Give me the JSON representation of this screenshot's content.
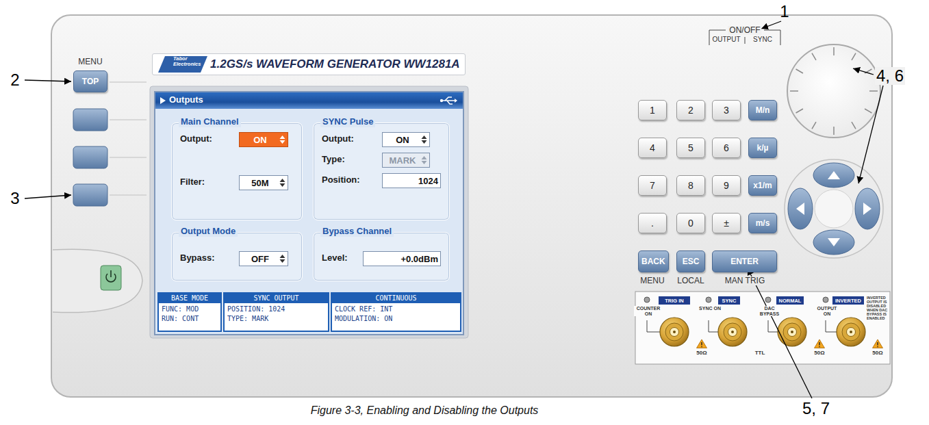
{
  "diagram": {
    "caption": "Figure 3-3, Enabling and Disabling the Outputs",
    "nodes": [
      {
        "text": [
          "Tabor Electronics",
          "1.2GS/s WAVEFORM GENERATOR WW1281A"
        ]
      },
      {
        "text": [
          "TOP"
        ]
      },
      {
        "text": [
          "Outputs"
        ]
      },
      {
        "text": [
          "Main Channel",
          "Output:",
          "Filter:"
        ],
        "in": 2
      },
      {
        "text": [
          "ON"
        ],
        "in": 3
      },
      {
        "text": [
          "50M"
        ],
        "in": 3
      },
      {
        "text": [
          "SYNC Pulse",
          "Output:",
          "Type:",
          "Position:"
        ],
        "in": 2
      },
      {
        "text": [
          "ON"
        ],
        "in": 6
      },
      {
        "text": [
          "MARK"
        ],
        "in": 6
      },
      {
        "text": [
          "1024"
        ],
        "in": 6
      },
      {
        "text": [
          "Output Mode",
          "Bypass:"
        ],
        "in": 2
      },
      {
        "text": [
          "OFF"
        ],
        "in": 10
      },
      {
        "text": [
          "Bypass Channel",
          "Level:"
        ],
        "in": 2
      },
      {
        "text": [
          "+0.0dBm"
        ],
        "in": 12
      },
      {
        "text": [
          "BASE MODE",
          "FUNC: MOD",
          "RUN: CONT"
        ],
        "in": 2
      },
      {
        "text": [
          "SYNC OUTPUT",
          "POSITION: 1024",
          "TYPE: MARK"
        ],
        "in": 2
      },
      {
        "text": [
          "CONTINUOUS",
          "CLOCK REF: INT",
          "MODULATION: ON"
        ],
        "in": 2
      },
      {
        "text": [
          "1"
        ]
      },
      {
        "text": [
          "2"
        ]
      },
      {
        "text": [
          "3"
        ]
      },
      {
        "text": [
          "M/n"
        ]
      },
      {
        "text": [
          "4"
        ]
      },
      {
        "text": [
          "5"
        ]
      },
      {
        "text": [
          "6"
        ]
      },
      {
        "text": [
          "k/µ"
        ]
      },
      {
        "text": [
          "7"
        ]
      },
      {
        "text": [
          "8"
        ]
      },
      {
        "text": [
          "9"
        ]
      },
      {
        "text": [
          "x1/m"
        ]
      },
      {
        "text": [
          "."
        ]
      },
      {
        "text": [
          "0"
        ]
      },
      {
        "text": [
          "±"
        ]
      },
      {
        "text": [
          "m/s"
        ]
      },
      {
        "text": [
          "BACK"
        ]
      },
      {
        "text": [
          "ESC"
        ]
      },
      {
        "text": [
          "ENTER"
        ]
      },
      {
        "text": [
          "TRIG IN"
        ]
      },
      {
        "text": [
          "SYNC"
        ]
      },
      {
        "text": [
          "NORMAL"
        ]
      },
      {
        "text": [
          "INVERTED"
        ]
      }
    ],
    "labels": [
      "1",
      "2",
      "3",
      "4, 6",
      "5, 7",
      "MENU",
      "ON/OFF",
      "OUTPUT",
      "SYNC",
      "MENU",
      "LOCAL",
      "MAN TRIG",
      "COUNTER ON",
      "SYNC ON",
      "DAC BYPASS",
      "OUTPUT ON",
      "INVERTED OUTPUT IS DISABLED WHEN DAC BYPASS IS ENABLED",
      "50Ω",
      "TTL",
      "50Ω",
      "50Ω"
    ]
  }
}
